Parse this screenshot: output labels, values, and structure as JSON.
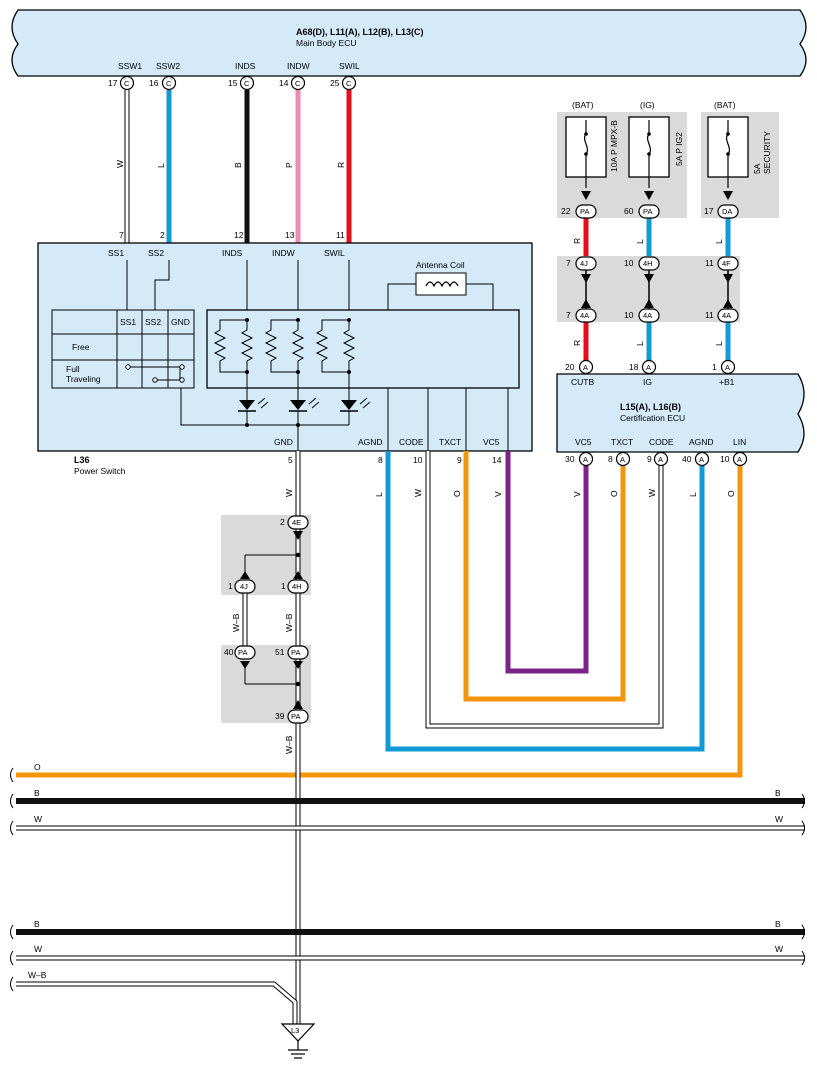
{
  "colors": {
    "ecu_fill": "#d4eaf8",
    "junction_fill": "#dadada",
    "wire_L": "#129ad7",
    "wire_B": "#111111",
    "wire_P": "#ee8cb7",
    "wire_R": "#e30d1c",
    "wire_O": "#f4950e",
    "wire_V": "#7a2388",
    "wire_W": "#ffffff"
  },
  "main_body_ecu": {
    "title": "A68(D), L11(A), L12(B), L13(C)",
    "subtitle": "Main Body ECU"
  },
  "mb_pins": [
    {
      "name": "SSW1",
      "num": "17",
      "conn": "C",
      "wire": "W"
    },
    {
      "name": "SSW2",
      "num": "16",
      "conn": "C",
      "wire": "L"
    },
    {
      "name": "INDS",
      "num": "15",
      "conn": "C",
      "wire": "B"
    },
    {
      "name": "INDW",
      "num": "14",
      "conn": "C",
      "wire": "P"
    },
    {
      "name": "SWIL",
      "num": "25",
      "conn": "C",
      "wire": "R"
    }
  ],
  "power_switch": {
    "code": "L36",
    "name": "Power Switch",
    "top_pins": [
      {
        "name": "SS1",
        "num": "7"
      },
      {
        "name": "SS2",
        "num": "2"
      },
      {
        "name": "INDS",
        "num": "12"
      },
      {
        "name": "INDW",
        "num": "13"
      },
      {
        "name": "SWIL",
        "num": "11"
      }
    ],
    "bottom_pins": [
      {
        "name": "GND",
        "num": "5"
      },
      {
        "name": "AGND",
        "num": "8"
      },
      {
        "name": "CODE",
        "num": "10"
      },
      {
        "name": "TXCT",
        "num": "9"
      },
      {
        "name": "VC5",
        "num": "14"
      }
    ],
    "table": {
      "col1": "SS1",
      "col2": "SS2",
      "col3": "GND",
      "row1": "Free",
      "row2a": "Full",
      "row2b": "Traveling"
    },
    "antenna_label": "Antenna Coil"
  },
  "fuses": [
    {
      "source": "(BAT)",
      "name": "10A P MPX-B",
      "pin": "22",
      "conn": "PA",
      "wire": "R"
    },
    {
      "source": "(IG)",
      "name": "5A P IG2",
      "pin": "60",
      "conn": "PA",
      "wire": "L"
    },
    {
      "source": "(BAT)",
      "name1": "5A",
      "name2": "SECURITY",
      "pin": "17",
      "conn": "DA",
      "wire": "L"
    }
  ],
  "junctions_right": [
    {
      "top_pin": "7",
      "top_conn": "4J",
      "bot_pin": "7",
      "bot_conn": "4A",
      "wire": "R"
    },
    {
      "top_pin": "10",
      "top_conn": "4H",
      "bot_pin": "10",
      "bot_conn": "4A",
      "wire": "L"
    },
    {
      "top_pin": "11",
      "top_conn": "4F",
      "bot_pin": "11",
      "bot_conn": "4A",
      "wire": "L"
    }
  ],
  "cert_ecu": {
    "title": "L15(A), L16(B)",
    "subtitle": "Certification ECU",
    "top_pins": [
      {
        "name": "CUTB",
        "num": "20",
        "conn": "A"
      },
      {
        "name": "IG",
        "num": "18",
        "conn": "A"
      },
      {
        "name": "+B1",
        "num": "1",
        "conn": "A"
      }
    ],
    "bottom_pins": [
      {
        "name": "VC5",
        "num": "30",
        "conn": "A",
        "wire": "V"
      },
      {
        "name": "TXCT",
        "num": "8",
        "conn": "A",
        "wire": "O"
      },
      {
        "name": "CODE",
        "num": "9",
        "conn": "A",
        "wire": "W"
      },
      {
        "name": "AGND",
        "num": "40",
        "conn": "A",
        "wire": "L"
      },
      {
        "name": "LIN",
        "num": "10",
        "conn": "A",
        "wire": "O"
      }
    ]
  },
  "ps_bottom_wires": [
    "W",
    "L",
    "W",
    "O",
    "V"
  ],
  "ground_junctions": [
    {
      "pin": "2",
      "conn": "4E"
    },
    {
      "pin": "1",
      "conn": "4J"
    },
    {
      "pin": "1",
      "conn": "4H"
    },
    {
      "pin": "40",
      "conn": "PA"
    },
    {
      "pin": "51",
      "conn": "PA"
    },
    {
      "pin": "39",
      "conn": "PA"
    }
  ],
  "ground_wire_labels": [
    "W–B",
    "W–B",
    "W–B"
  ],
  "ground_point": "L3",
  "buses": [
    {
      "left": "O",
      "right": ""
    },
    {
      "left": "B",
      "right": "B"
    },
    {
      "left": "W",
      "right": "W"
    },
    {
      "left": "B",
      "right": "B"
    },
    {
      "left": "W",
      "right": "W"
    },
    {
      "left": "W–B",
      "right": ""
    }
  ]
}
